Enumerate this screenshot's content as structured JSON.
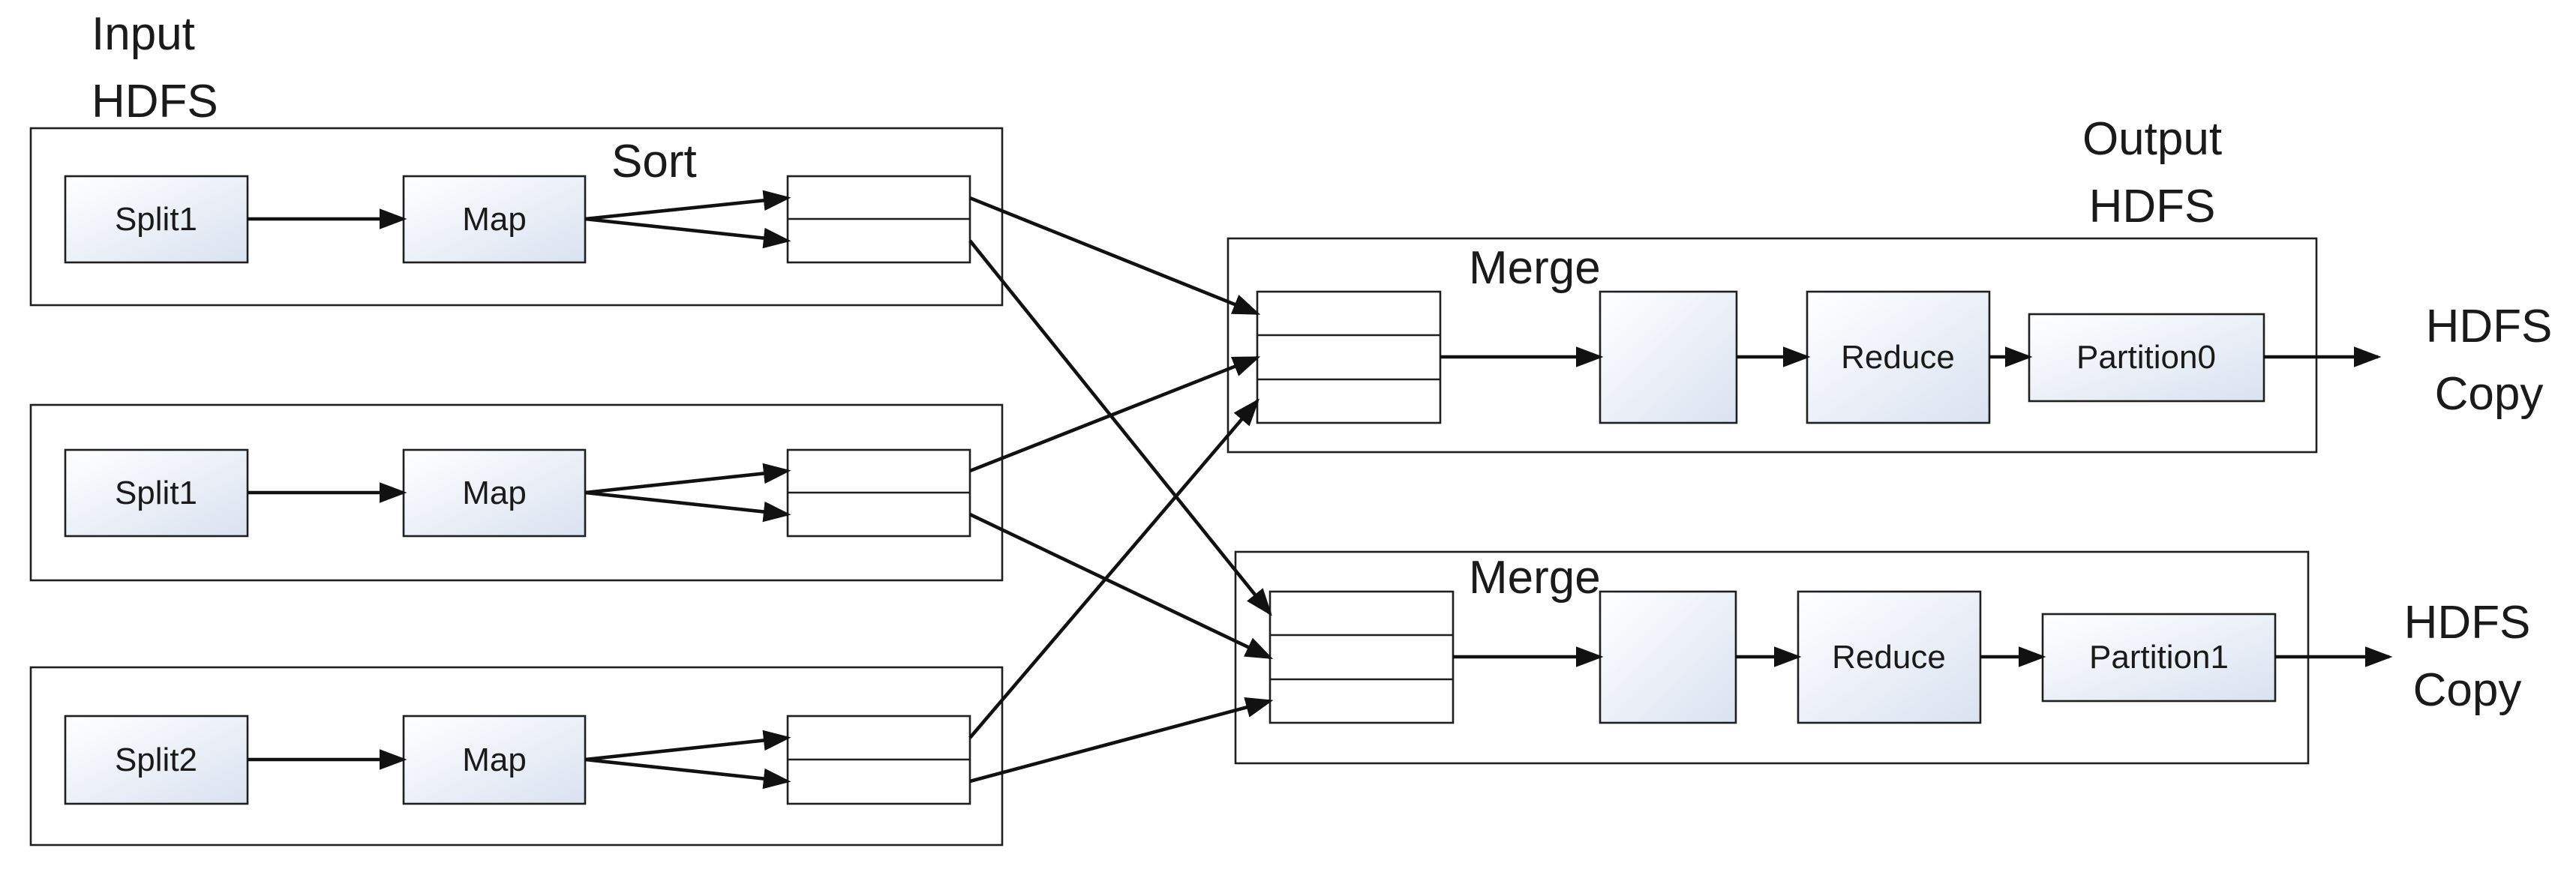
{
  "labels": {
    "input_hdfs_line1": "Input",
    "input_hdfs_line2": "HDFS",
    "sort": "Sort",
    "output_hdfs_line1": "Output",
    "output_hdfs_line2": "HDFS",
    "merge_0": "Merge",
    "merge_1": "Merge",
    "hdfs_copy_0_line1": "HDFS",
    "hdfs_copy_0_line2": "Copy",
    "hdfs_copy_1_line1": "HDFS",
    "hdfs_copy_1_line2": "Copy"
  },
  "map_tasks": [
    {
      "split": "Split1",
      "map": "Map"
    },
    {
      "split": "Split1",
      "map": "Map"
    },
    {
      "split": "Split2",
      "map": "Map"
    }
  ],
  "reduce_tasks": [
    {
      "reduce": "Reduce",
      "partition": "Partition0"
    },
    {
      "reduce": "Reduce",
      "partition": "Partition1"
    }
  ]
}
